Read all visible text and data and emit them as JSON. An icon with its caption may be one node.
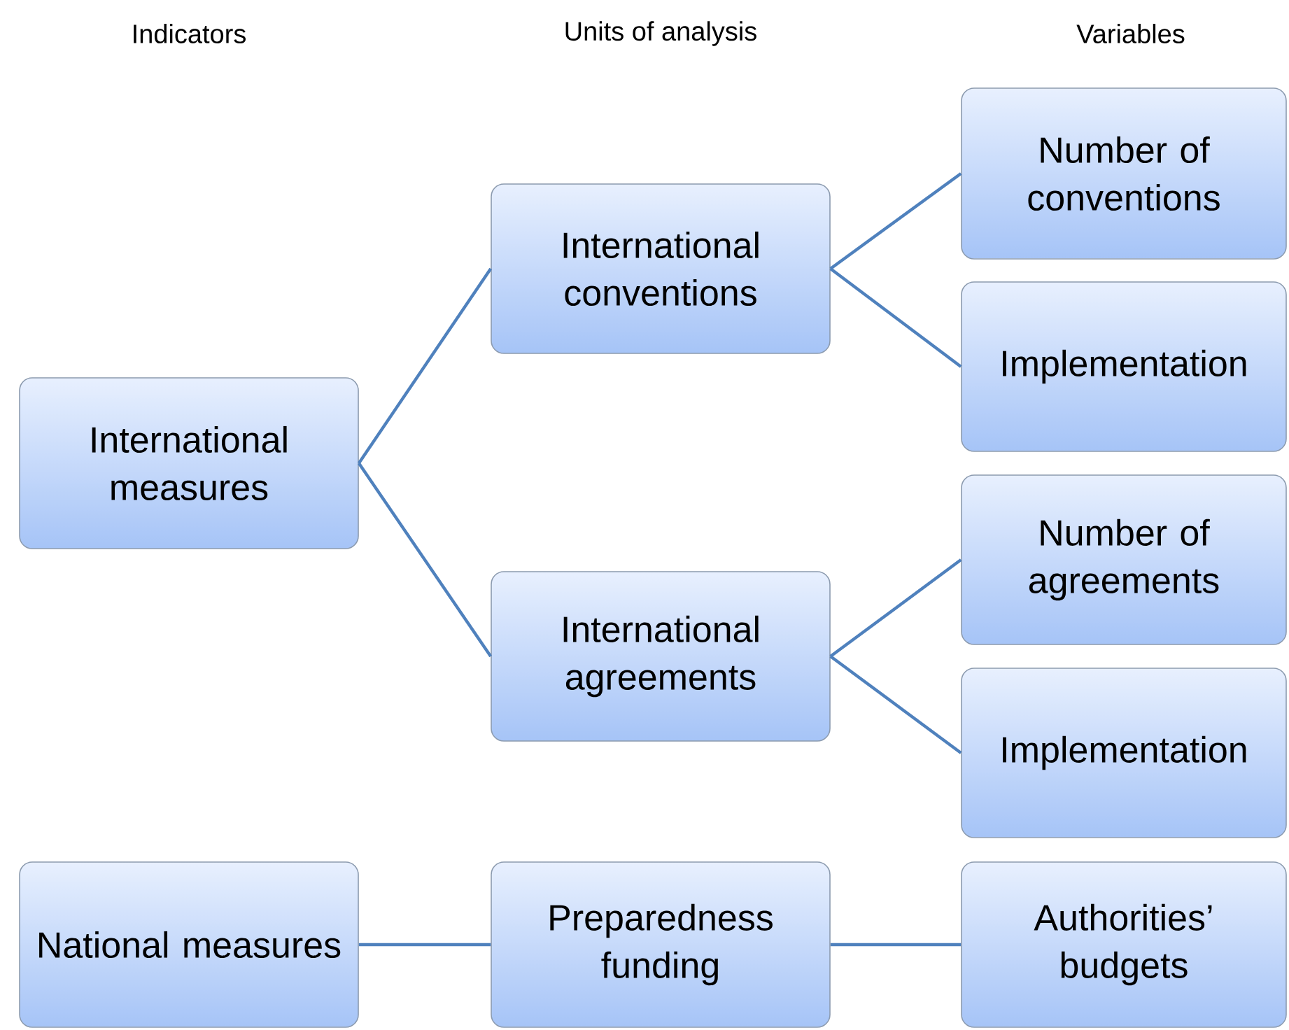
{
  "diagram": {
    "nodes": [
      {
        "text": [
          "International measures"
        ]
      },
      {
        "text": [
          "International conventions"
        ]
      },
      {
        "text": [
          "International agreements"
        ]
      },
      {
        "text": [
          "Number of conventions"
        ]
      },
      {
        "text": [
          "Implementation"
        ]
      },
      {
        "text": [
          "Number of agreements"
        ]
      },
      {
        "text": [
          "Implementation"
        ]
      },
      {
        "text": [
          "National measures"
        ]
      },
      {
        "text": [
          "Preparedness funding"
        ]
      },
      {
        "text": [
          "Authorities’ budgets"
        ]
      }
    ],
    "edges": [
      {
        "from": 0,
        "to": 1,
        "arrow": "none"
      },
      {
        "from": 0,
        "to": 2,
        "arrow": "none"
      },
      {
        "from": 1,
        "to": 3,
        "arrow": "none"
      },
      {
        "from": 1,
        "to": 4,
        "arrow": "none"
      },
      {
        "from": 2,
        "to": 5,
        "arrow": "none"
      },
      {
        "from": 2,
        "to": 6,
        "arrow": "none"
      },
      {
        "from": 7,
        "to": 8,
        "arrow": "none"
      },
      {
        "from": 8,
        "to": 9,
        "arrow": "none"
      }
    ],
    "labels": [
      "Indicators",
      "Units of analysis",
      "Variables"
    ]
  }
}
